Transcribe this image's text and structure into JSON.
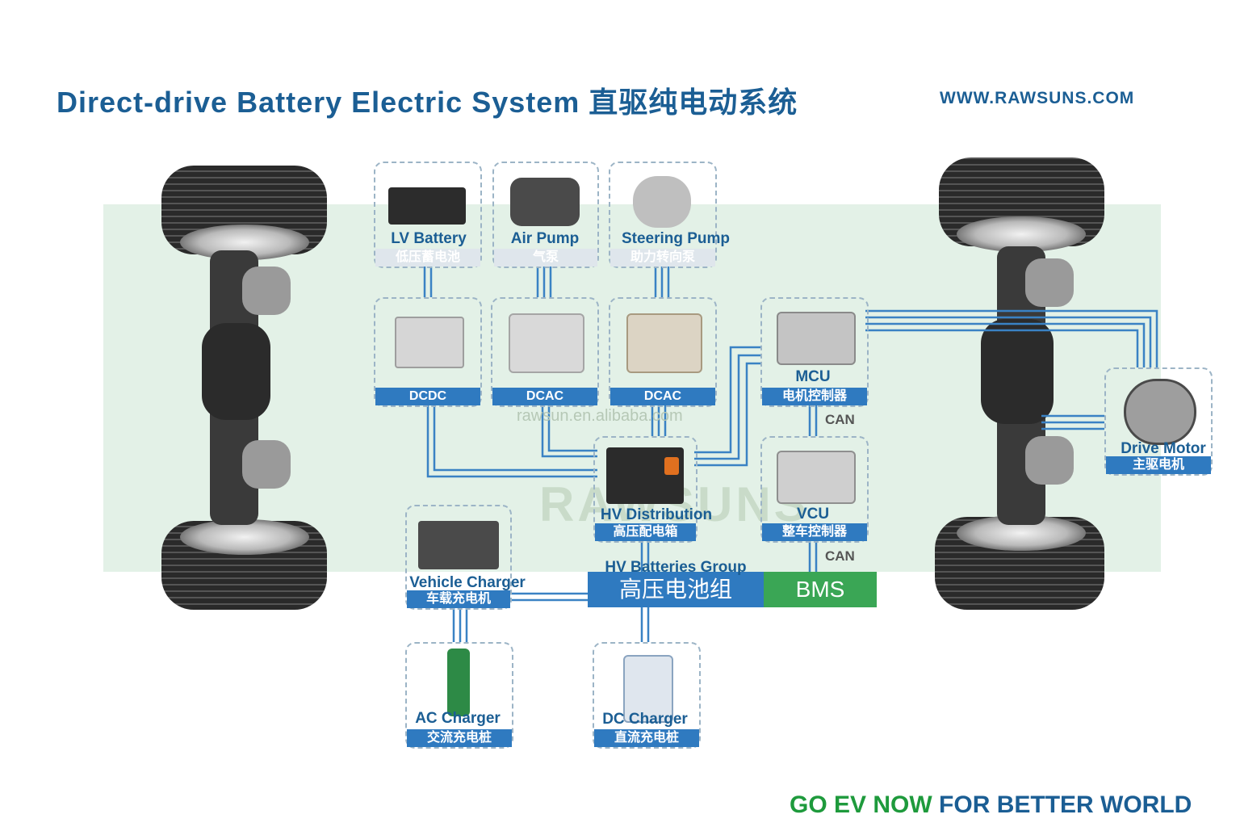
{
  "header": {
    "title": "Direct-drive Battery Electric System 直驱纯电动系统",
    "website": "WWW.RAWSUNS.COM"
  },
  "footer": {
    "slogan_green": "GO EV NOW",
    "slogan_blue": "FOR BETTER WORLD"
  },
  "watermark": {
    "url": "rawsun.en.alibaba.com",
    "brand": "RAWSUNS"
  },
  "components": {
    "lv_battery": {
      "en": "LV Battery",
      "cn": "低压蓄电池"
    },
    "air_pump": {
      "en": "Air Pump",
      "cn": "气泵"
    },
    "steering_pump": {
      "en": "Steering Pump",
      "cn": "助力转向泵"
    },
    "dcdc": {
      "en": "DCDC"
    },
    "dcac1": {
      "en": "DCAC"
    },
    "dcac2": {
      "en": "DCAC"
    },
    "mcu": {
      "en": "MCU",
      "cn": "电机控制器"
    },
    "vcu": {
      "en": "VCU",
      "cn": "整车控制器"
    },
    "hv_distribution": {
      "en": "HV Distribution",
      "cn": "高压配电箱"
    },
    "vehicle_charger": {
      "en": "Vehicle Charger",
      "cn": "车载充电机"
    },
    "hv_batteries": {
      "en": "HV Batteries Group",
      "cn": "高压电池组"
    },
    "bms": {
      "en": "BMS"
    },
    "drive_motor": {
      "en": "Drive Motor",
      "cn": "主驱电机"
    },
    "ac_charger": {
      "en": "AC Charger",
      "cn": "交流充电桩"
    },
    "dc_charger": {
      "en": "DC Charger",
      "cn": "直流充电桩"
    }
  },
  "bus_labels": {
    "can_upper": "CAN",
    "can_lower": "CAN"
  },
  "colors": {
    "brand_blue": "#1b5e94",
    "caption_blue": "#2f7ac0",
    "wire_blue": "#3a82c4",
    "bms_green": "#3aa655",
    "board_green": "#e3f1e7"
  }
}
